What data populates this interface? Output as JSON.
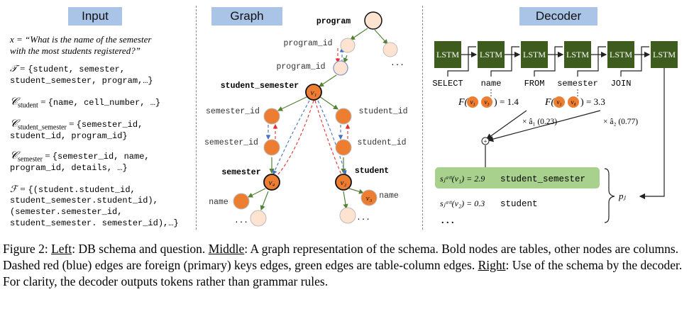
{
  "headers": {
    "input": "Input",
    "graph": "Graph",
    "decoder": "Decoder"
  },
  "input": {
    "question_prefix": "x = ",
    "question_line1": "“What is the name of the semester",
    "question_line2": "with the most students registered?”",
    "tables_label": "𝒯 = ",
    "tables_line1": "{student, semester,",
    "tables_line2": "student_semester, program,…}",
    "c_student_sub": "student",
    "c_student_val": "{name, cell_number, …}",
    "c_ss_sub": "student_semester",
    "c_ss_line1": "{semester_id,",
    "c_ss_line2": "student_id, program_id}",
    "c_sem_sub": "semester",
    "c_sem_line1": "{semester_id, name,",
    "c_sem_line2": "program_id, details, …}",
    "f_label": "ℱ = ",
    "f_line1": "{(student.student_id,",
    "f_line2": "student_semester.student_id),",
    "f_line3": "(semester.semester_id,",
    "f_line4": "student_semester. semester_id),…}"
  },
  "graph": {
    "program": "program",
    "program_id_1": "program_id",
    "program_id_2": "program_id",
    "ellipsis_top": "...",
    "student_semester": "student_semester",
    "v1": "v₁",
    "semester_id_left": "semester_id",
    "student_id_right": "student_id",
    "semester_id_left2": "semester_id",
    "student_id_right2": "student_id",
    "semester": "semester",
    "student": "student",
    "v4": "v₄",
    "v2": "v₂",
    "v3": "v₃",
    "name_left": "name",
    "name_right": "name",
    "ellipsis_left": "...",
    "ellipsis_right": "..."
  },
  "decoder": {
    "lstm": "LSTM",
    "tokens": [
      "SELECT",
      "name",
      "FROM",
      "semester",
      "JOIN"
    ],
    "f1_text": "= 1.4",
    "f2_text": "= 3.3",
    "f1_a": "v₁",
    "f1_b": "v₃",
    "f2_a": "v₁",
    "f2_b": "v₄",
    "f_label": "F(",
    "alpha1": "× â₁ (0.23)",
    "alpha2": "× â₂ (0.77)",
    "s1_label": "sⱼᵃᵗᵗ(v₁) = 2.9",
    "s1_value": "student_semester",
    "s2_label": "sⱼᵃᵗᵗ(v₂) = 0.3",
    "s2_value": "student",
    "ellipsis": ". . .",
    "pj": "pⱼ",
    "plus": "+"
  },
  "colors": {
    "header_bg": "#a9c4e6",
    "lstm_fill": "#3f5c1f",
    "node_orange": "#ed7d31",
    "node_light": "#fde3d0",
    "highlight_green": "#a9d18e",
    "fk_red": "#e03030",
    "pk_blue": "#4472c4",
    "edge_green": "#548235"
  },
  "caption": {
    "fig": "Figure 2: ",
    "left_label": "Left",
    "left_text": ": DB schema and question. ",
    "middle_label": "Middle",
    "middle_text": ": A graph representation of the schema. Bold nodes are tables, other nodes are columns. Dashed red (blue) edges are foreign (primary) keys edges, green edges are table-column edges. ",
    "right_label": "Right",
    "right_text": ": Use of the schema by the decoder. For clarity, the decoder outputs tokens rather than grammar rules."
  }
}
